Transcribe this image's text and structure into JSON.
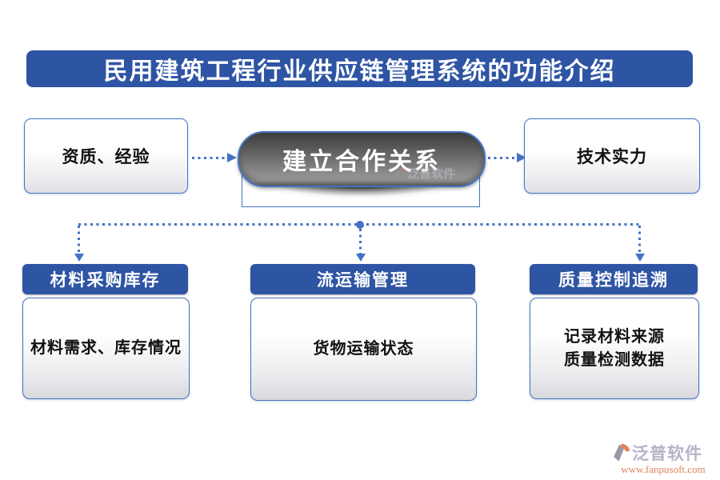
{
  "title": "民用建筑工程行业供应链管理系统的功能介绍",
  "colors": {
    "banner_blue": "#2e54a4",
    "border_blue": "#4472c4",
    "pill_gray_top": "#3c3c3c",
    "pill_gray_bottom": "#9c9c9c",
    "watermark_brand_gray": "#b5b3c6",
    "watermark_url_orange": "#e2825c"
  },
  "top_row": {
    "left_box": {
      "label": "资质、经验"
    },
    "center_pill": {
      "label": "建立合作关系"
    },
    "right_box": {
      "label": "技术实力"
    }
  },
  "bottom_boxes": {
    "box1": {
      "header": "材料采购库存",
      "body": "材料需求、库存情况"
    },
    "box2": {
      "header": "流运输管理",
      "body": "货物运输状态"
    },
    "box3": {
      "header": "质量控制追溯",
      "body_line1": "记录材料来源",
      "body_line2": "质量检测数据"
    }
  },
  "watermark": {
    "brand": "泛普软件",
    "url": "www.fanpusoft.com"
  }
}
